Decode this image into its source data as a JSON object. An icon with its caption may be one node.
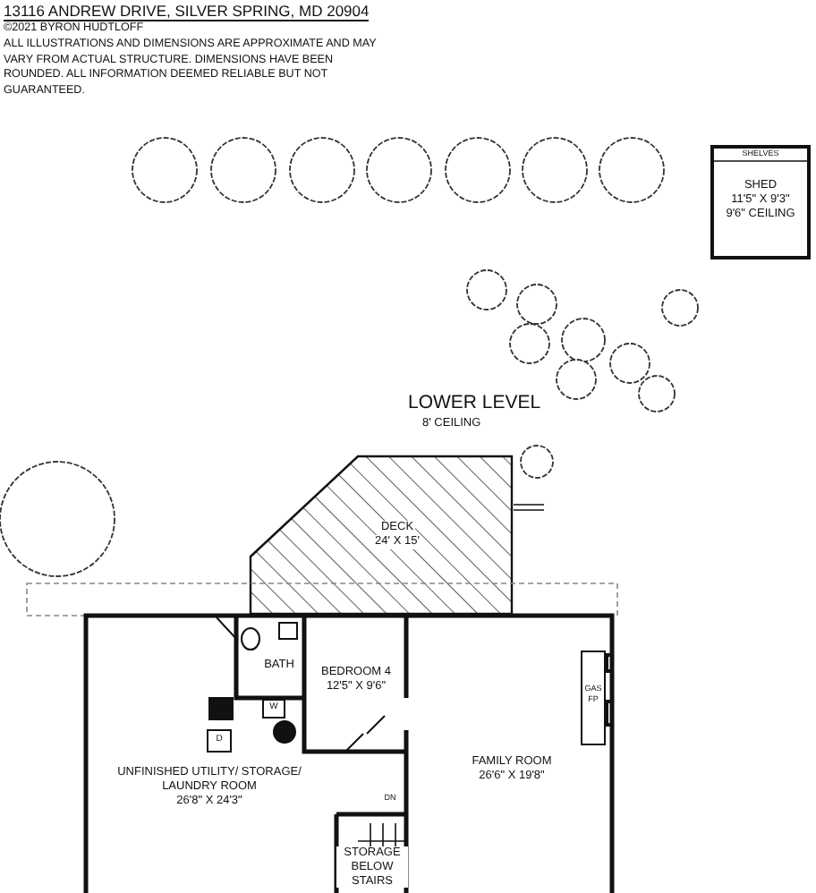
{
  "diagram": {
    "title": "13116 ANDREW DRIVE, SILVER SPRING, MD 20904",
    "nodes": [
      {
        "text": [
          "SHED",
          "11'5\" X 9'3\"",
          "9'6\" CEILING"
        ]
      },
      {
        "text": [
          "DECK",
          "24' X 15'"
        ]
      },
      {
        "text": [
          "BATH"
        ]
      },
      {
        "text": [
          "BEDROOM 4",
          "12'5\" X 9'6\""
        ]
      },
      {
        "text": [
          "UNFINISHED UTILITY/ STORAGE/ LAUNDRY ROOM",
          "26'8\" X 24'3\""
        ]
      },
      {
        "text": [
          "FAMILY ROOM",
          "26'6\" X 19'8\""
        ]
      },
      {
        "text": [
          "STORAGE BELOW STAIRS"
        ]
      }
    ],
    "labels": [
      "©2021 BYRON HUDTLOFF",
      "ALL ILLUSTRATIONS AND DIMENSIONS ARE APPROXIMATE AND MAY VARY FROM ACTUAL STRUCTURE. DIMENSIONS HAVE BEEN ROUNDED. ALL INFORMATION DEEMED RELIABLE BUT NOT GUARANTEED.",
      "LOWER LEVEL",
      "8' CEILING",
      "SHELVES",
      "W",
      "D",
      "DN",
      "GAS FP"
    ]
  }
}
